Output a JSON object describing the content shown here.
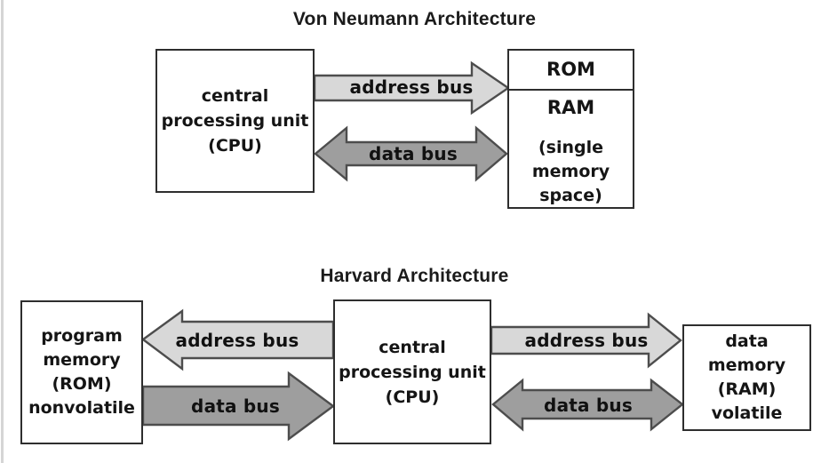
{
  "von_neumann": {
    "title": "Von Neumann Architecture",
    "cpu_lines": [
      "central",
      "processing unit",
      "(CPU)"
    ],
    "memory": {
      "rom_label": "ROM",
      "ram_label": "RAM",
      "ram_note_lines": [
        "(single",
        "memory",
        "space)"
      ]
    },
    "address_bus_label": "address bus",
    "data_bus_label": "data bus"
  },
  "harvard": {
    "title": "Harvard Architecture",
    "program_memory_lines": [
      "program",
      "memory",
      "(ROM)",
      "nonvolatile"
    ],
    "cpu_lines": [
      "central",
      "processing unit",
      "(CPU)"
    ],
    "data_memory_lines": [
      "data",
      "memory",
      "(RAM)",
      "volatile"
    ],
    "left_address_bus_label": "address bus",
    "left_data_bus_label": "data bus",
    "right_address_bus_label": "address bus",
    "right_data_bus_label": "data bus"
  },
  "colors": {
    "background": "#ffffff",
    "box_fill": "#ffffff",
    "box_border": "#2e2e2e",
    "address_bus_fill": "#d8d8d8",
    "data_bus_fill": "#9e9e9e",
    "arrow_outline": "#4d4d4d",
    "text": "#151515"
  }
}
